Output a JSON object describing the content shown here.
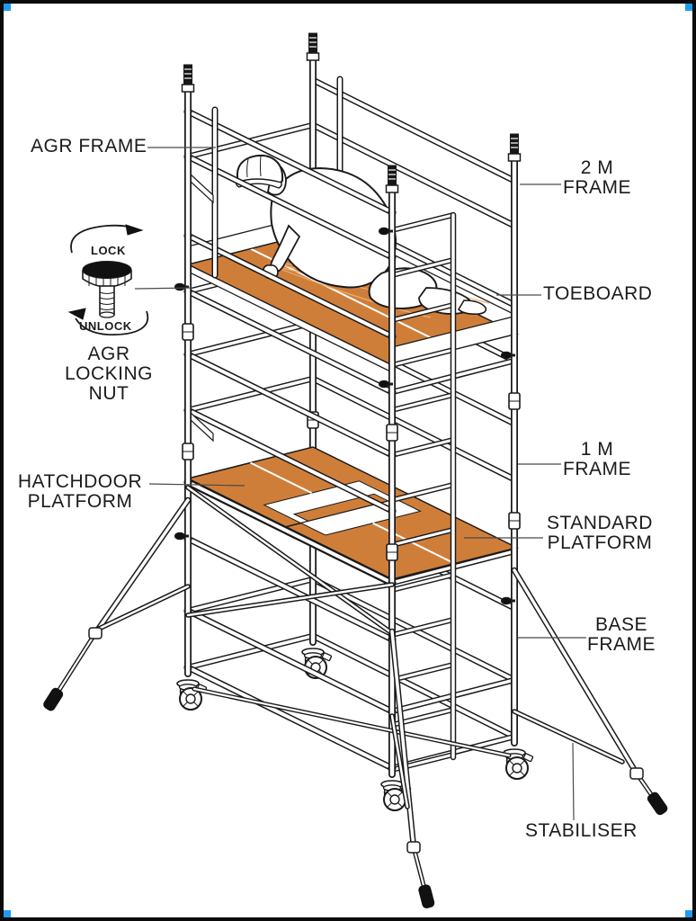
{
  "diagram_labels": {
    "agr_frame": [
      "AGR FRAME"
    ],
    "two_m_frame": [
      "2 M",
      "FRAME"
    ],
    "toeboard": [
      "TOEBOARD"
    ],
    "agr_locking_nut": [
      "AGR",
      "LOCKING",
      "NUT"
    ],
    "hatchdoor_platform": [
      "HATCHDOOR",
      "PLATFORM"
    ],
    "one_m_frame": [
      "1 M",
      "FRAME"
    ],
    "standard_platform": [
      "STANDARD",
      "PLATFORM"
    ],
    "base_frame": [
      "BASE",
      "FRAME"
    ],
    "stabiliser": [
      "STABILISER"
    ]
  },
  "locking_nut_inset": {
    "lock_label": "LOCK",
    "unlock_label": "UNLOCK"
  },
  "colors": {
    "platform_orange": "#CF7E3A",
    "sketch_orange": "#EDAE6F",
    "line_black": "#1a1a1a",
    "leader_gray": "#4a4a4a",
    "selection_handle_blue": "#1E9BF0",
    "border_black": "#0A0A0A",
    "background": "#FFFFFF"
  }
}
